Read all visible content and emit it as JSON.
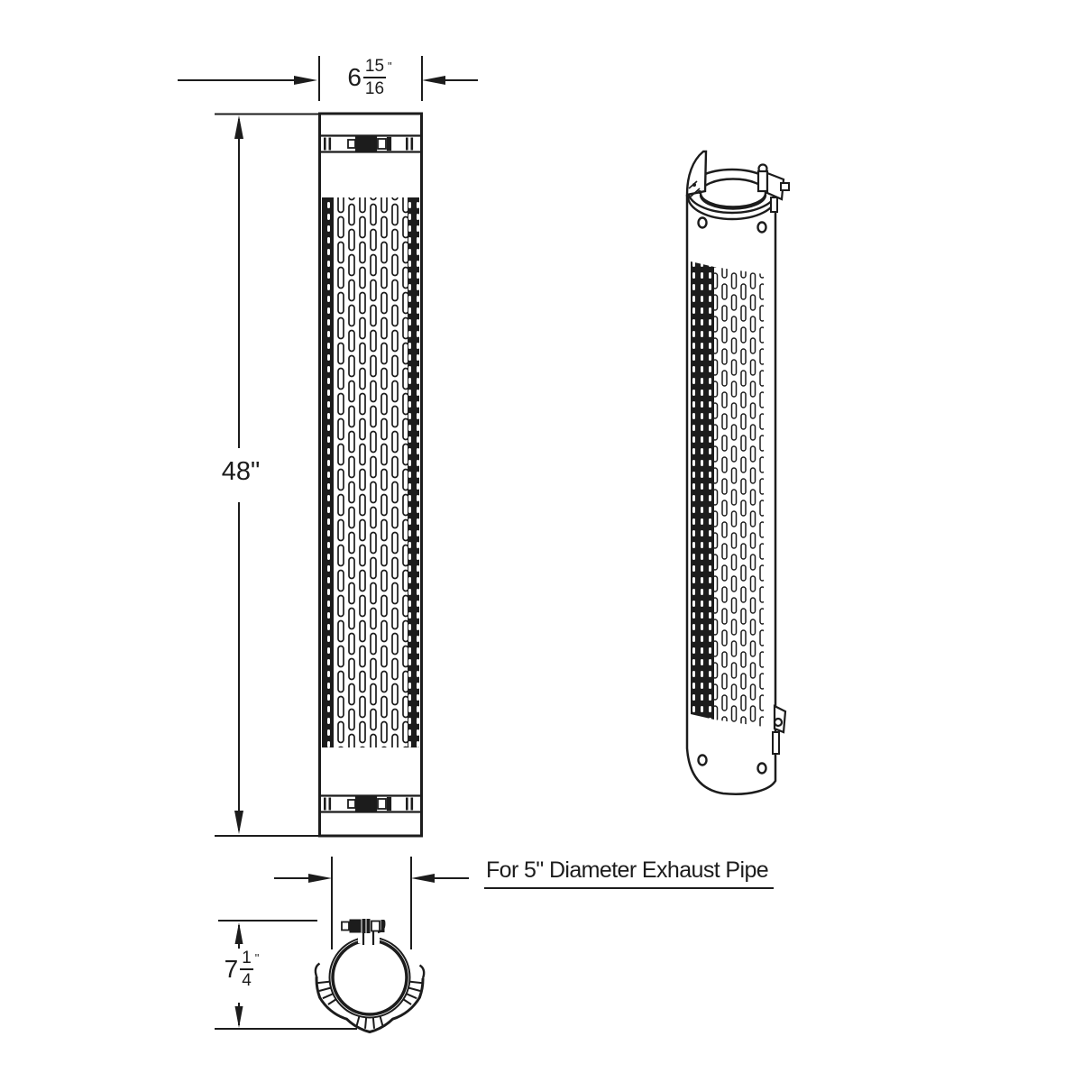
{
  "colors": {
    "line": "#1c1c1c",
    "background": "#ffffff"
  },
  "labels": {
    "pipe_note": "For 5\" Diameter Exhaust Pipe"
  },
  "dimensions": {
    "width": {
      "whole": "6",
      "numerator": "15",
      "denominator": "16",
      "unit": "\""
    },
    "height": {
      "value": "48\""
    },
    "clamp": {
      "whole": "7",
      "numerator": "1",
      "denominator": "4",
      "unit": "\""
    }
  }
}
